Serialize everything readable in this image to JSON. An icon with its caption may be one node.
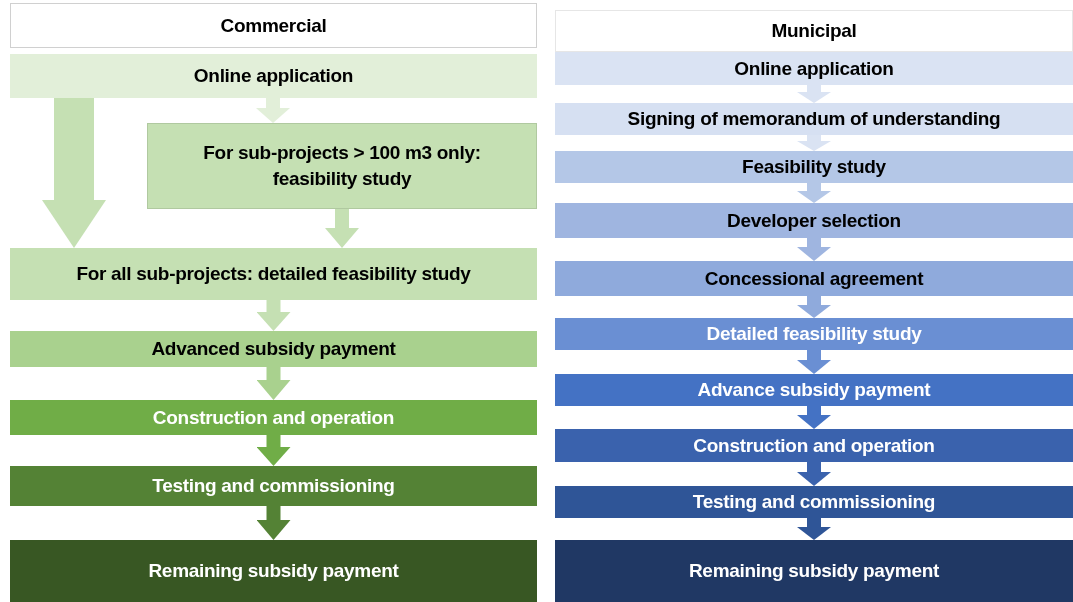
{
  "diagram": {
    "nodes": [
      {
        "text": [
          "Commercial"
        ]
      },
      {
        "text": [
          "Online application"
        ]
      },
      {
        "text": [
          "For sub-projects > 100  m3 only: feasibility study"
        ]
      },
      {
        "text": [
          "For all sub-projects: detailed feasibility study"
        ]
      },
      {
        "text": [
          "Advanced subsidy payment"
        ]
      },
      {
        "text": [
          "Construction and operation"
        ]
      },
      {
        "text": [
          "Testing and commissioning"
        ]
      },
      {
        "text": [
          "Remaining subsidy payment"
        ]
      },
      {
        "text": [
          "Municipal"
        ]
      },
      {
        "text": [
          "Online application"
        ]
      },
      {
        "text": [
          "Signing of memorandum of understanding"
        ]
      },
      {
        "text": [
          "Feasibility study"
        ]
      },
      {
        "text": [
          "Developer selection"
        ]
      },
      {
        "text": [
          "Concessional agreement"
        ]
      },
      {
        "text": [
          "Detailed feasibility study"
        ]
      },
      {
        "text": [
          "Advance subsidy payment"
        ]
      },
      {
        "text": [
          "Construction and operation"
        ]
      },
      {
        "text": [
          "Testing and commissioning"
        ]
      },
      {
        "text": [
          "Remaining subsidy payment"
        ]
      }
    ],
    "edges": [
      {
        "from": 1,
        "to": 2,
        "arrow": "to",
        "color": "#e2efd9"
      },
      {
        "from": 1,
        "to": 3,
        "arrow": "to",
        "style": "thick",
        "color": "#c5e0b3"
      },
      {
        "from": 2,
        "to": 3,
        "arrow": "to",
        "color": "#c5e0b3"
      },
      {
        "from": 3,
        "to": 4,
        "arrow": "to",
        "color": "#c5e0b3"
      },
      {
        "from": 4,
        "to": 5,
        "arrow": "to",
        "color": "#a9d18e"
      },
      {
        "from": 5,
        "to": 6,
        "arrow": "to",
        "color": "#70ad47"
      },
      {
        "from": 6,
        "to": 7,
        "arrow": "to",
        "color": "#548235"
      },
      {
        "from": 9,
        "to": 10,
        "arrow": "to",
        "color": "#dae3f3"
      },
      {
        "from": 10,
        "to": 11,
        "arrow": "to",
        "color": "#dae3f3"
      },
      {
        "from": 11,
        "to": 12,
        "arrow": "to",
        "color": "#b4c7e7"
      },
      {
        "from": 12,
        "to": 13,
        "arrow": "to",
        "color": "#9fb5e0"
      },
      {
        "from": 13,
        "to": 14,
        "arrow": "to",
        "color": "#8faadc"
      },
      {
        "from": 14,
        "to": 15,
        "arrow": "to",
        "color": "#6a8fd3"
      },
      {
        "from": 15,
        "to": 16,
        "arrow": "to",
        "color": "#4472c4"
      },
      {
        "from": 16,
        "to": 17,
        "arrow": "to",
        "color": "#3a62ad"
      },
      {
        "from": 17,
        "to": 18,
        "arrow": "to",
        "color": "#2f5597"
      }
    ]
  }
}
